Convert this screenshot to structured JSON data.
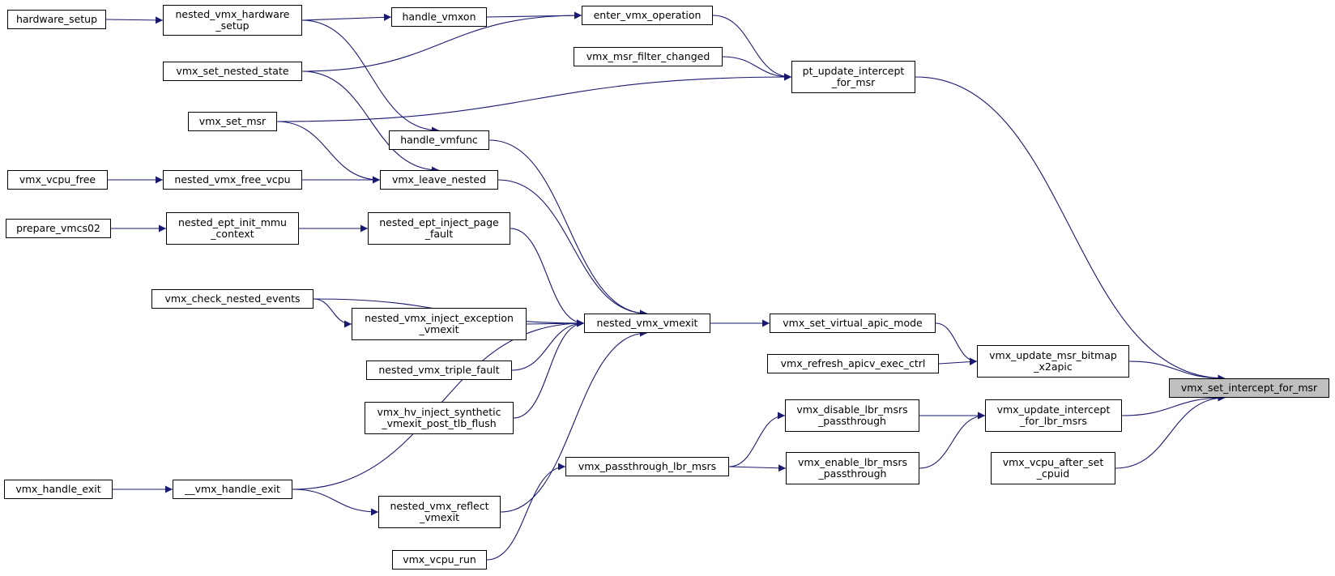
{
  "style": {
    "edge_color": "#191970",
    "root_fill": "#bfbfbf",
    "node_fill": "#ffffff",
    "border_color": "#000000"
  },
  "nodes": {
    "hardware_setup": "hardware_setup",
    "nested_vmx_hardware_setup": "nested_vmx_hardware\n_setup",
    "handle_vmxon": "handle_vmxon",
    "enter_vmx_operation": "enter_vmx_operation",
    "vmx_set_nested_state": "vmx_set_nested_state",
    "vmx_msr_filter_changed": "vmx_msr_filter_changed",
    "pt_update_intercept_for_msr": "pt_update_intercept\n_for_msr",
    "vmx_set_msr": "vmx_set_msr",
    "handle_vmfunc": "handle_vmfunc",
    "vmx_vcpu_free": "vmx_vcpu_free",
    "nested_vmx_free_vcpu": "nested_vmx_free_vcpu",
    "vmx_leave_nested": "vmx_leave_nested",
    "prepare_vmcs02": "prepare_vmcs02",
    "nested_ept_init_mmu_context": "nested_ept_init_mmu\n_context",
    "nested_ept_inject_page_fault": "nested_ept_inject_page\n_fault",
    "vmx_check_nested_events": "vmx_check_nested_events",
    "nested_vmx_inject_exception_vmexit": "nested_vmx_inject_exception\n_vmexit",
    "nested_vmx_vmexit": "nested_vmx_vmexit",
    "vmx_set_virtual_apic_mode": "vmx_set_virtual_apic_mode",
    "nested_vmx_triple_fault": "nested_vmx_triple_fault",
    "vmx_refresh_apicv_exec_ctrl": "vmx_refresh_apicv_exec_ctrl",
    "vmx_update_msr_bitmap_x2apic": "vmx_update_msr_bitmap\n_x2apic",
    "vmx_set_intercept_for_msr": "vmx_set_intercept_for_msr",
    "vmx_hv_inject_synthetic_vmexit_post_tlb_flush": "vmx_hv_inject_synthetic\n_vmexit_post_tlb_flush",
    "vmx_disable_lbr_msrs_passthrough": "vmx_disable_lbr_msrs\n_passthrough",
    "vmx_update_intercept_for_lbr_msrs": "vmx_update_intercept\n_for_lbr_msrs",
    "vmx_passthrough_lbr_msrs": "vmx_passthrough_lbr_msrs",
    "vmx_enable_lbr_msrs_passthrough": "vmx_enable_lbr_msrs\n_passthrough",
    "vmx_vcpu_after_set_cpuid": "vmx_vcpu_after_set\n_cpuid",
    "vmx_handle_exit": "vmx_handle_exit",
    "__vmx_handle_exit": "__vmx_handle_exit",
    "nested_vmx_reflect_vmexit": "nested_vmx_reflect\n_vmexit",
    "vmx_vcpu_run": "vmx_vcpu_run"
  },
  "edges": [
    [
      "hardware_setup",
      "nested_vmx_hardware_setup"
    ],
    [
      "nested_vmx_hardware_setup",
      "handle_vmxon"
    ],
    [
      "nested_vmx_hardware_setup",
      "handle_vmfunc"
    ],
    [
      "handle_vmxon",
      "enter_vmx_operation"
    ],
    [
      "vmx_set_nested_state",
      "enter_vmx_operation"
    ],
    [
      "vmx_set_nested_state",
      "vmx_leave_nested"
    ],
    [
      "enter_vmx_operation",
      "pt_update_intercept_for_msr"
    ],
    [
      "vmx_msr_filter_changed",
      "pt_update_intercept_for_msr"
    ],
    [
      "vmx_set_msr",
      "pt_update_intercept_for_msr"
    ],
    [
      "vmx_set_msr",
      "vmx_leave_nested"
    ],
    [
      "pt_update_intercept_for_msr",
      "vmx_set_intercept_for_msr"
    ],
    [
      "vmx_vcpu_free",
      "nested_vmx_free_vcpu"
    ],
    [
      "nested_vmx_free_vcpu",
      "vmx_leave_nested"
    ],
    [
      "handle_vmfunc",
      "nested_vmx_vmexit"
    ],
    [
      "vmx_leave_nested",
      "nested_vmx_vmexit"
    ],
    [
      "prepare_vmcs02",
      "nested_ept_init_mmu_context"
    ],
    [
      "nested_ept_init_mmu_context",
      "nested_ept_inject_page_fault"
    ],
    [
      "nested_ept_inject_page_fault",
      "nested_vmx_vmexit"
    ],
    [
      "vmx_check_nested_events",
      "nested_vmx_vmexit"
    ],
    [
      "vmx_check_nested_events",
      "nested_vmx_inject_exception_vmexit"
    ],
    [
      "nested_vmx_inject_exception_vmexit",
      "nested_vmx_vmexit"
    ],
    [
      "nested_vmx_triple_fault",
      "nested_vmx_vmexit"
    ],
    [
      "vmx_hv_inject_synthetic_vmexit_post_tlb_flush",
      "nested_vmx_vmexit"
    ],
    [
      "__vmx_handle_exit",
      "nested_vmx_vmexit"
    ],
    [
      "nested_vmx_reflect_vmexit",
      "nested_vmx_vmexit"
    ],
    [
      "nested_vmx_vmexit",
      "vmx_set_virtual_apic_mode"
    ],
    [
      "vmx_set_virtual_apic_mode",
      "vmx_update_msr_bitmap_x2apic"
    ],
    [
      "vmx_refresh_apicv_exec_ctrl",
      "vmx_update_msr_bitmap_x2apic"
    ],
    [
      "vmx_update_msr_bitmap_x2apic",
      "vmx_set_intercept_for_msr"
    ],
    [
      "vmx_disable_lbr_msrs_passthrough",
      "vmx_update_intercept_for_lbr_msrs"
    ],
    [
      "vmx_enable_lbr_msrs_passthrough",
      "vmx_update_intercept_for_lbr_msrs"
    ],
    [
      "vmx_update_intercept_for_lbr_msrs",
      "vmx_set_intercept_for_msr"
    ],
    [
      "vmx_vcpu_after_set_cpuid",
      "vmx_set_intercept_for_msr"
    ],
    [
      "vmx_passthrough_lbr_msrs",
      "vmx_disable_lbr_msrs_passthrough"
    ],
    [
      "vmx_passthrough_lbr_msrs",
      "vmx_enable_lbr_msrs_passthrough"
    ],
    [
      "vmx_vcpu_run",
      "vmx_passthrough_lbr_msrs"
    ],
    [
      "vmx_handle_exit",
      "__vmx_handle_exit"
    ],
    [
      "__vmx_handle_exit",
      "nested_vmx_reflect_vmexit"
    ]
  ]
}
